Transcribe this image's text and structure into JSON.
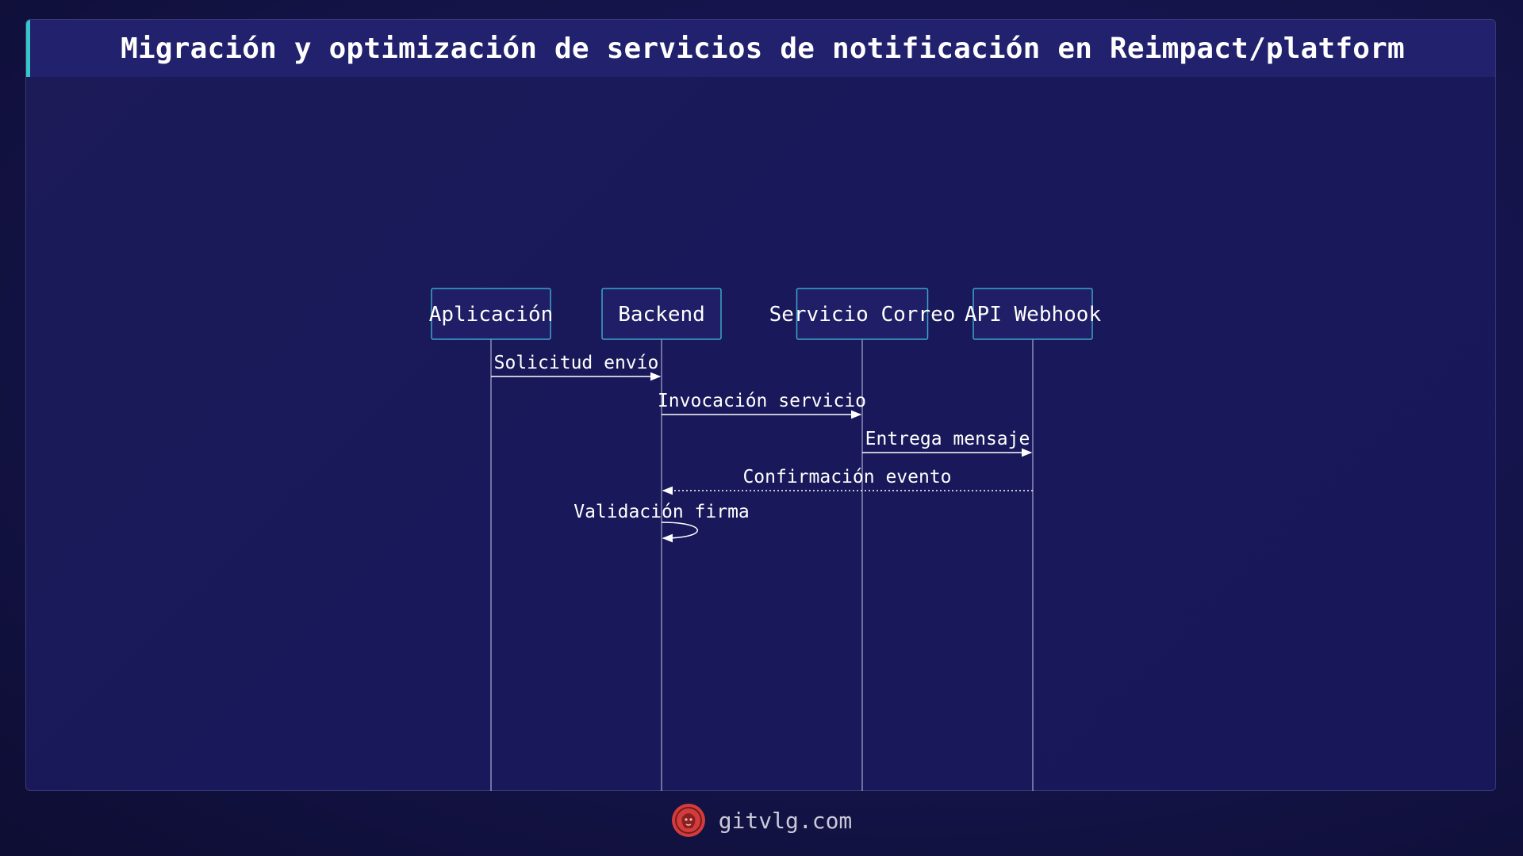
{
  "title": "Migración y optimización de servicios de notificación en Reimpact/platform",
  "diagram": {
    "type": "sequence",
    "participants": [
      {
        "id": "app",
        "label": "Aplicación"
      },
      {
        "id": "backend",
        "label": "Backend"
      },
      {
        "id": "mail",
        "label": "Servicio Correo"
      },
      {
        "id": "webhook",
        "label": "API Webhook"
      }
    ],
    "messages": [
      {
        "from": "app",
        "to": "backend",
        "label": "Solicitud envío",
        "style": "solid"
      },
      {
        "from": "backend",
        "to": "mail",
        "label": "Invocación servicio",
        "style": "solid"
      },
      {
        "from": "mail",
        "to": "webhook",
        "label": "Entrega mensaje",
        "style": "solid"
      },
      {
        "from": "webhook",
        "to": "backend",
        "label": "Confirmación evento",
        "style": "dotted"
      },
      {
        "from": "backend",
        "to": "backend",
        "label": "Validación firma",
        "style": "self"
      }
    ]
  },
  "footer": {
    "site": "gitvlg.com",
    "logo_icon": "lion-logo-icon"
  },
  "colors": {
    "accent": "#38c6c6",
    "box_border": "#3aa6c8",
    "logo": "#d23c3c"
  }
}
